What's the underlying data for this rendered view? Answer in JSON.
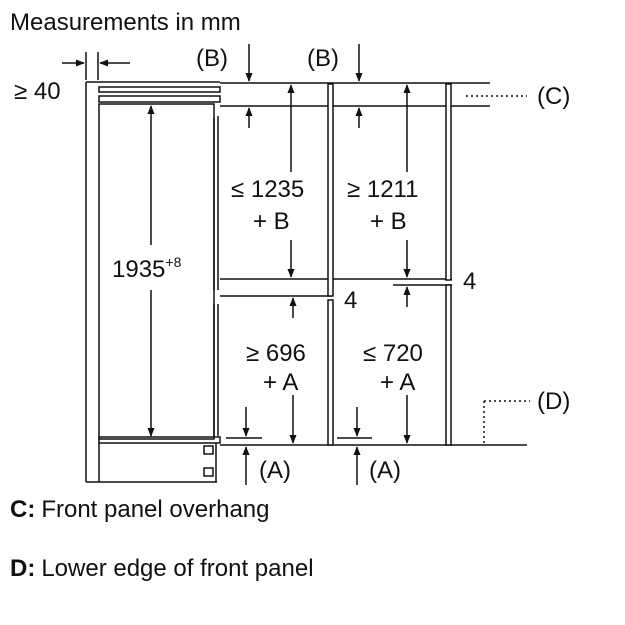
{
  "title": "Measurements in mm",
  "dims": {
    "min_gap": "≥ 40",
    "height_main": "1935",
    "height_tol": "+8",
    "b_label": "(B)",
    "a_label": "(A)",
    "c_label": "(C)",
    "d_label": "(D)",
    "upper_left_1": "≤ 1235",
    "upper_left_2": "+ B",
    "upper_right_1": "≥ 1211",
    "upper_right_2": "+ B",
    "gap_left": "4",
    "gap_right": "4",
    "lower_left_1": "≥ 696",
    "lower_left_2": "+ A",
    "lower_right_1": "≤ 720",
    "lower_right_2": "+ A"
  },
  "legend": [
    {
      "key": "C:",
      "text": "Front panel overhang"
    },
    {
      "key": "D:",
      "text": "Lower edge of front panel"
    }
  ]
}
